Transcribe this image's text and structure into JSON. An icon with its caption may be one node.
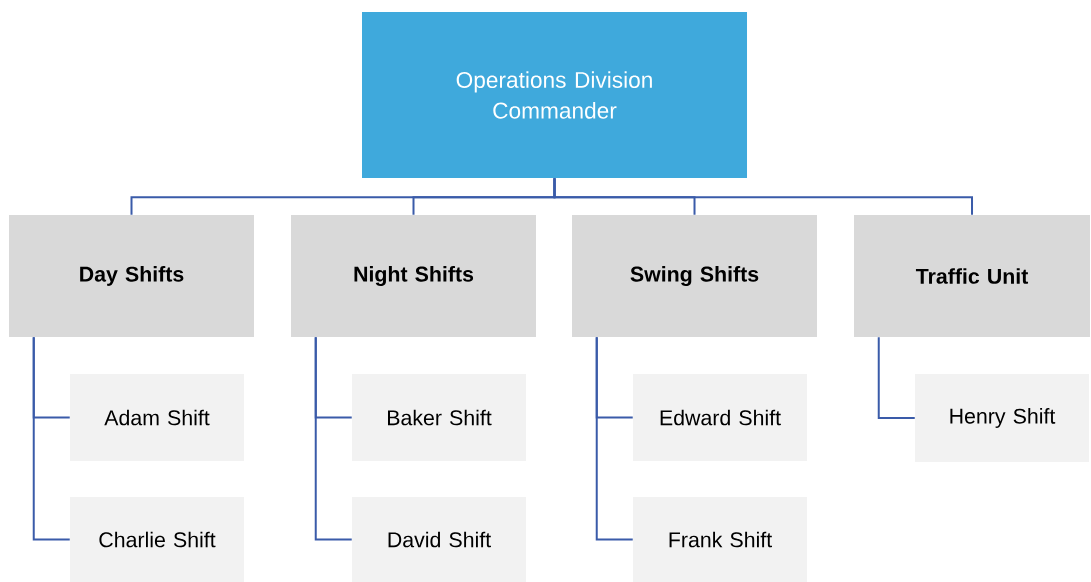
{
  "diagram": {
    "nodes": [
      {
        "text": [
          "Operations Division Commander"
        ]
      },
      {
        "text": [
          "Day Shifts"
        ]
      },
      {
        "text": [
          "Night Shifts"
        ]
      },
      {
        "text": [
          "Swing Shifts"
        ]
      },
      {
        "text": [
          "Traffic Unit"
        ]
      },
      {
        "text": [
          "Adam Shift"
        ]
      },
      {
        "text": [
          "Baker Shift"
        ]
      },
      {
        "text": [
          "Edward Shift"
        ]
      },
      {
        "text": [
          "Henry Shift"
        ]
      },
      {
        "text": [
          "Charlie Shift"
        ]
      },
      {
        "text": [
          "David Shift"
        ]
      },
      {
        "text": [
          "Frank Shift"
        ]
      }
    ],
    "edges": [
      {
        "from": 0,
        "to": 1,
        "arrow": "none"
      },
      {
        "from": 0,
        "to": 2,
        "arrow": "none"
      },
      {
        "from": 0,
        "to": 3,
        "arrow": "none"
      },
      {
        "from": 0,
        "to": 4,
        "arrow": "none"
      },
      {
        "from": 1,
        "to": 5,
        "arrow": "none"
      },
      {
        "from": 1,
        "to": 9,
        "arrow": "none"
      },
      {
        "from": 2,
        "to": 6,
        "arrow": "none"
      },
      {
        "from": 2,
        "to": 10,
        "arrow": "none"
      },
      {
        "from": 3,
        "to": 7,
        "arrow": "none"
      },
      {
        "from": 3,
        "to": 11,
        "arrow": "none"
      },
      {
        "from": 4,
        "to": 8,
        "arrow": "none"
      }
    ]
  }
}
